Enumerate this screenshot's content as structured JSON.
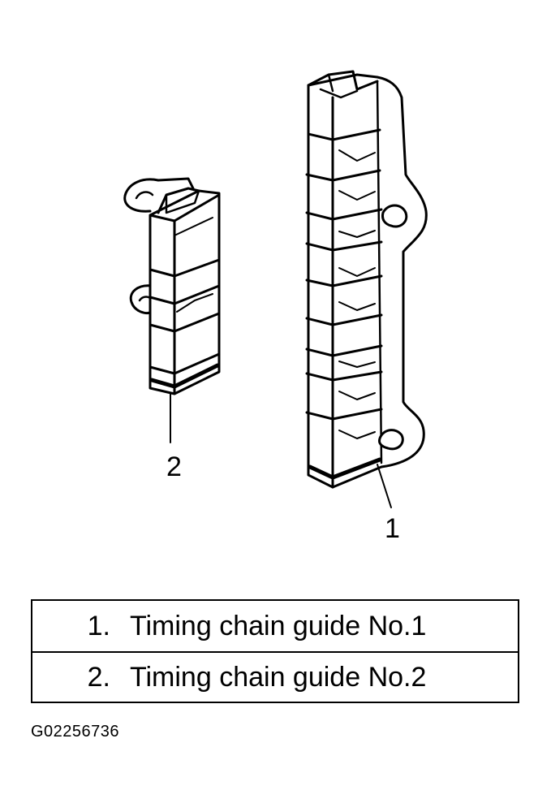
{
  "figure_code": "G02256736",
  "parts": [
    {
      "number": "1.",
      "name": "Timing chain guide No.1",
      "callout": "1"
    },
    {
      "number": "2.",
      "name": "Timing chain guide No.2",
      "callout": "2"
    }
  ],
  "colors": {
    "ink": "#000000",
    "paper": "#ffffff"
  }
}
